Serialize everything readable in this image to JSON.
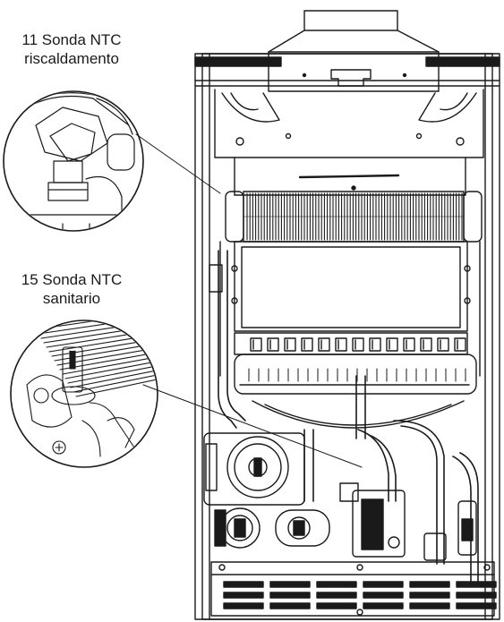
{
  "callouts": {
    "heating_probe": {
      "line1": "11 Sonda NTC",
      "line2": "riscaldamento"
    },
    "dhw_probe": {
      "line1": "15 Sonda NTC",
      "line2": "sanitario"
    }
  },
  "colors": {
    "ink": "#1a1a1a",
    "background": "#ffffff"
  }
}
